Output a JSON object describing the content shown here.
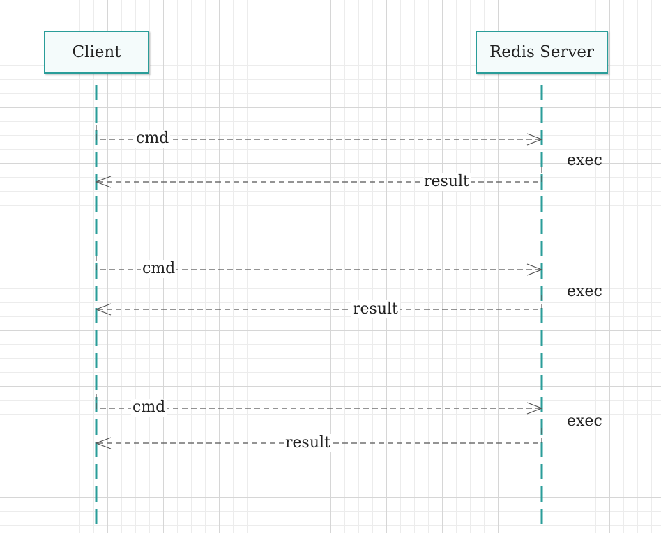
{
  "participants": {
    "client": "Client",
    "server": "Redis Server"
  },
  "messages": [
    {
      "cmd": "cmd",
      "exec": "exec",
      "result": "result"
    },
    {
      "cmd": "cmd",
      "exec": "exec",
      "result": "result"
    },
    {
      "cmd": "cmd",
      "exec": "exec",
      "result": "result"
    }
  ],
  "colors": {
    "lifeline": "#2a9d99",
    "arrow": "#555555"
  }
}
